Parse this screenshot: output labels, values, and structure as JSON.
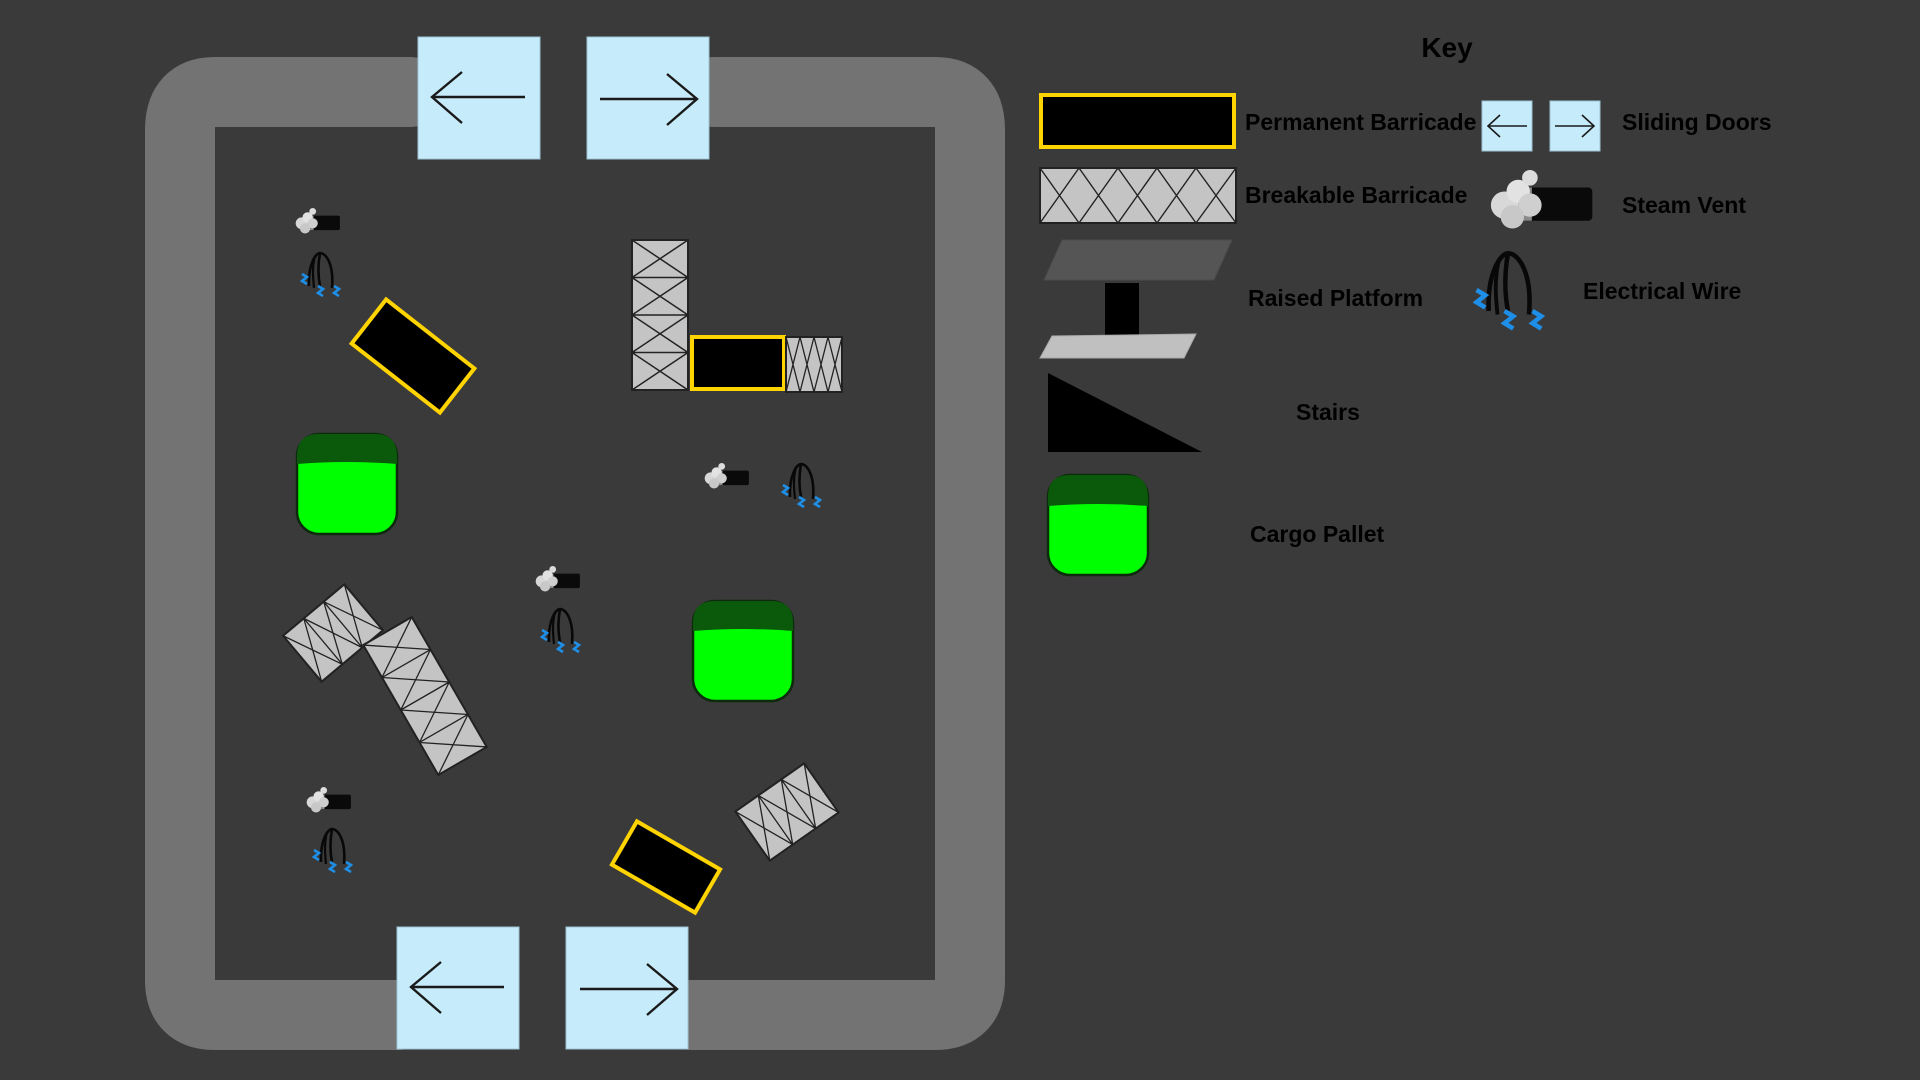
{
  "key": {
    "title": "Key",
    "permanent_barricade": "Permanent Barricade",
    "breakable_barricade": "Breakable Barricade",
    "raised_platform": "Raised Platform",
    "stairs": "Stairs",
    "cargo_pallet": "Cargo Pallet",
    "sliding_doors": "Sliding Doors",
    "steam_vent": "Steam Vent",
    "electrical_wire": "Electrical Wire"
  },
  "colors": {
    "background": "#3a3a3a",
    "wall": "#737373",
    "door_fill": "#c6ebfb",
    "barricade_border": "#ffd400",
    "barricade_fill": "#000000",
    "breakable_fill": "#c4c4c4",
    "pallet_top": "#0b5a0b",
    "pallet_body": "#00ff00",
    "electric_spark": "#1e8fe8",
    "steam_cloud": "#d8d8d8"
  },
  "icons": {
    "door_left": "left-arrow-icon",
    "door_right": "right-arrow-icon",
    "steam_vent": "steam-vent-icon",
    "electrical_wire": "electrical-wire-icon"
  }
}
